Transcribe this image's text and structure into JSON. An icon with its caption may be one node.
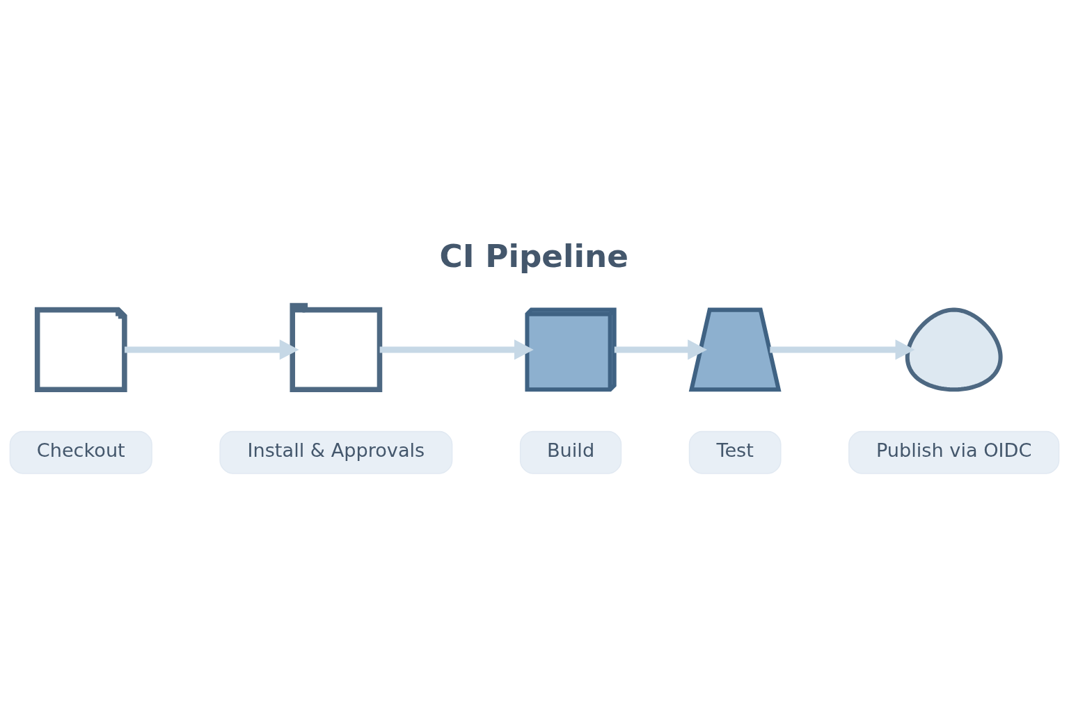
{
  "diagram": {
    "title": "CI Pipeline",
    "nodes": [
      {
        "text": [],
        "shape": "picture"
      },
      {
        "text": [],
        "shape": "picture"
      },
      {
        "text": [],
        "shape": "picture"
      },
      {
        "text": [],
        "shape": "picture"
      },
      {
        "text": [],
        "shape": "picture"
      },
      {
        "text": [
          "Checkout"
        ]
      },
      {
        "text": [
          "Install & Approvals"
        ]
      },
      {
        "text": [
          "Build"
        ]
      },
      {
        "text": [
          "Test"
        ]
      },
      {
        "text": [
          "Publish via OIDC"
        ]
      }
    ],
    "edges": [
      {
        "from": 0,
        "to": 1,
        "arrow": "to"
      },
      {
        "from": 1,
        "to": 2,
        "arrow": "to"
      },
      {
        "from": 2,
        "to": 3,
        "arrow": "to"
      },
      {
        "from": 3,
        "to": 4,
        "arrow": "to"
      }
    ]
  }
}
